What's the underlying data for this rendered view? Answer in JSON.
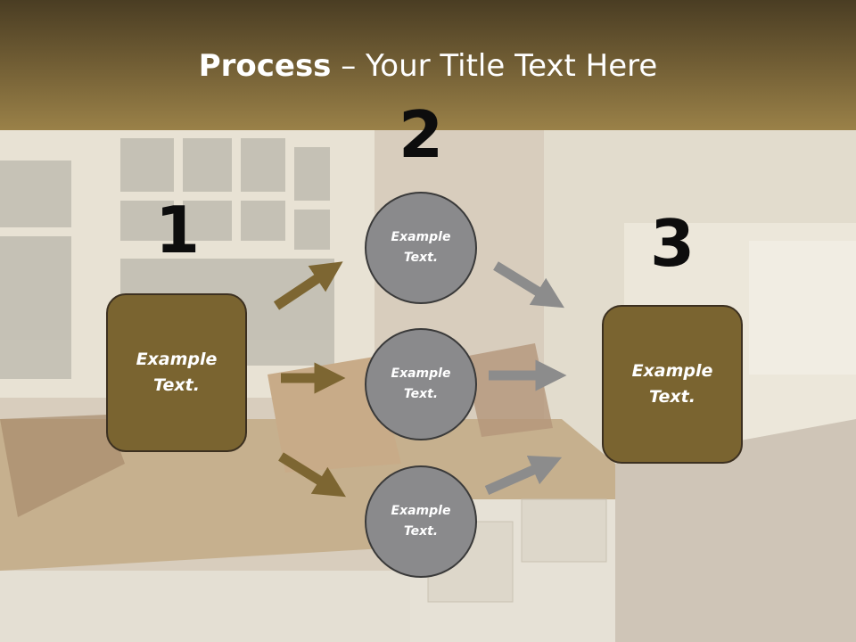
{
  "slide": {
    "title_bold": "Process",
    "title_rest": " – Your Title Text Here",
    "step_numbers": [
      "1",
      "2",
      "3"
    ],
    "left_box_text": "Example\nText.",
    "right_box_text": "Example\nText.",
    "circles": [
      "Example\nText.",
      "Example\nText.",
      "Example\nText."
    ]
  },
  "colors": {
    "header_dark": "#4a3d23",
    "header_light": "#9a8148",
    "box_fill": "#7a6430",
    "circle_fill": "#8a8a8c",
    "gold_arrow": "#7d6632",
    "gray_arrow": "#8c8c8c"
  }
}
